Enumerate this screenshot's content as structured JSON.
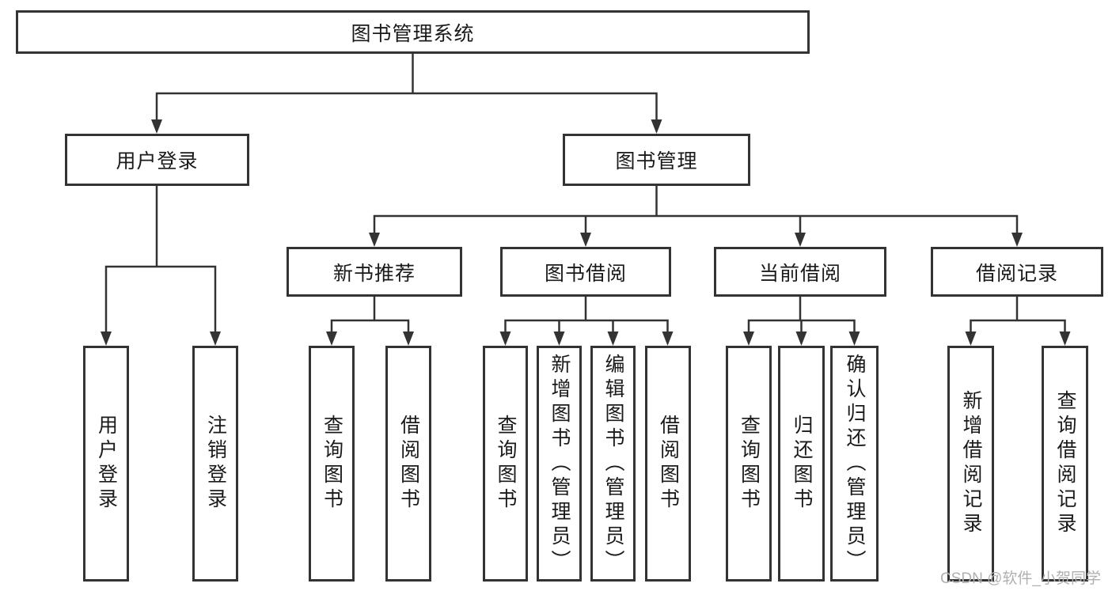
{
  "diagram_title": "图书管理系统",
  "tree": {
    "label": "图书管理系统",
    "children": [
      {
        "label": "用户登录",
        "children": [
          {
            "label": "用户登录"
          },
          {
            "label": "注销登录"
          }
        ]
      },
      {
        "label": "图书管理",
        "children": [
          {
            "label": "新书推荐",
            "children": [
              {
                "label": "查询图书"
              },
              {
                "label": "借阅图书"
              }
            ]
          },
          {
            "label": "图书借阅",
            "children": [
              {
                "label": "查询图书"
              },
              {
                "label": "新增图书（管理员）"
              },
              {
                "label": "编辑图书（管理员）"
              },
              {
                "label": "借阅图书"
              }
            ]
          },
          {
            "label": "当前借阅",
            "children": [
              {
                "label": "查询图书"
              },
              {
                "label": "归还图书"
              },
              {
                "label": "确认归还（管理员）"
              }
            ]
          },
          {
            "label": "借阅记录",
            "children": [
              {
                "label": "新增借阅记录"
              },
              {
                "label": "查询借阅记录"
              }
            ]
          }
        ]
      }
    ]
  },
  "watermark": {
    "text": "CSDN @软件_小贺同学"
  },
  "colors": {
    "line": "#333333",
    "text": "#1a1a1a",
    "watermark": "#b0b0b0",
    "background": "#ffffff"
  }
}
